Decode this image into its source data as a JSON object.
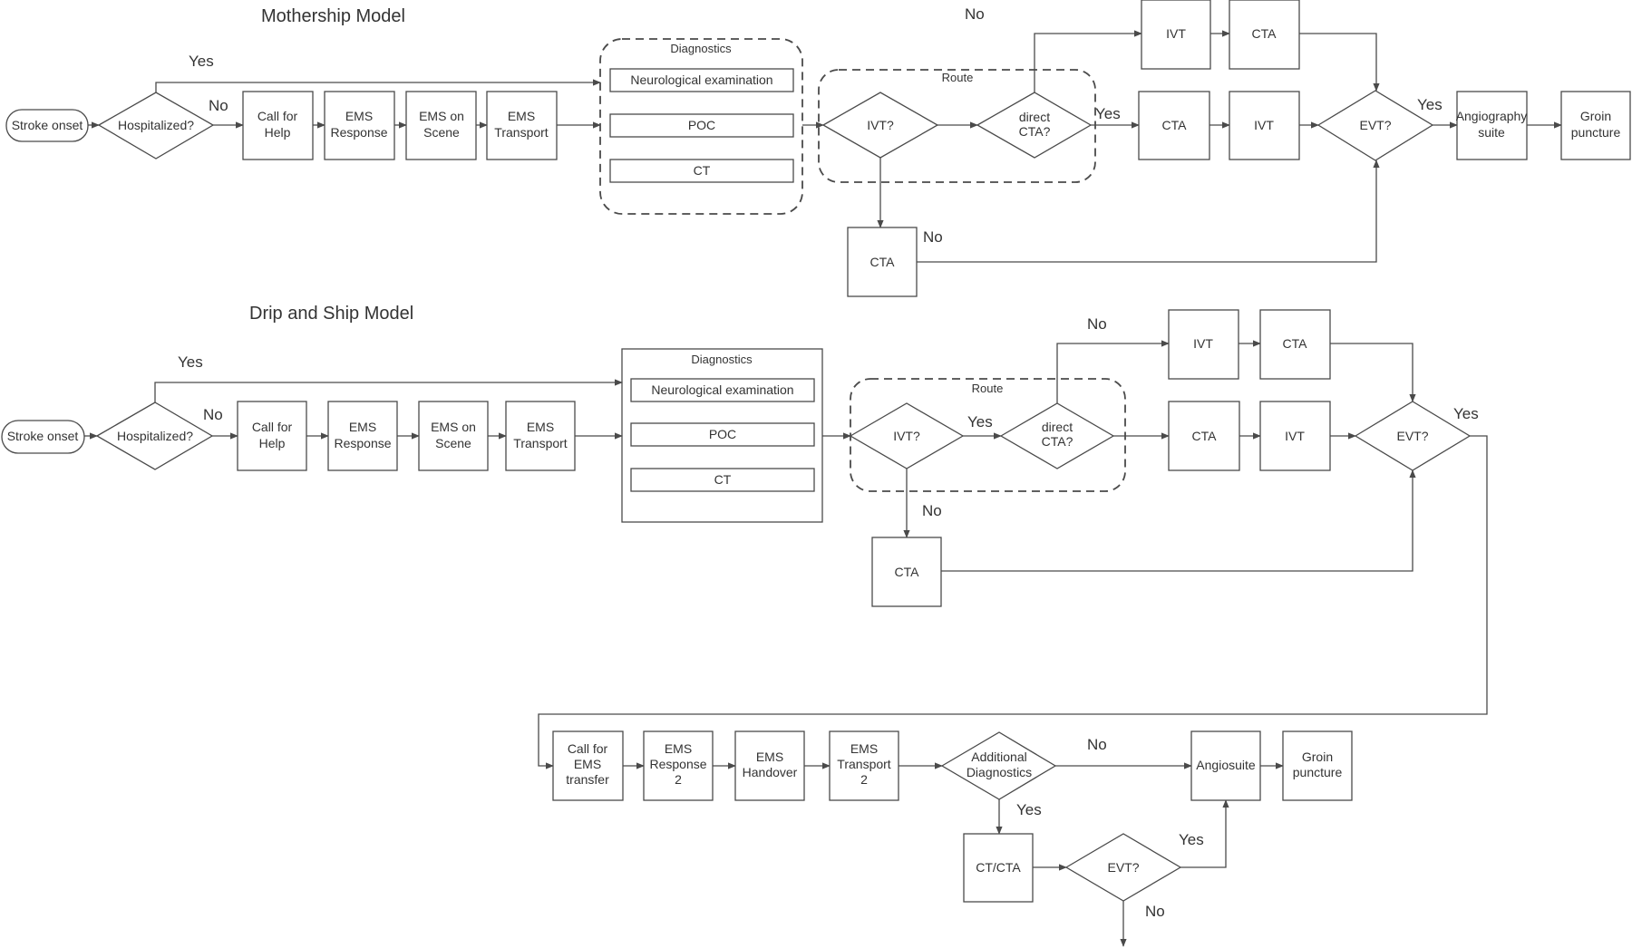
{
  "mothership": {
    "title": "Mothership Model",
    "stroke_onset": "Stroke onset",
    "hospitalized": "Hospitalized?",
    "call_help": [
      "Call for",
      "Help"
    ],
    "ems_response": [
      "EMS",
      "Response"
    ],
    "ems_scene": [
      "EMS on",
      "Scene"
    ],
    "ems_transport": [
      "EMS",
      "Transport"
    ],
    "diagnostics": "Diagnostics",
    "neuro": "Neurological examination",
    "poc": "POC",
    "ct": "CT",
    "route": "Route",
    "ivt_q": "IVT?",
    "direct_cta": [
      "direct",
      "CTA?"
    ],
    "ivt_top": "IVT",
    "cta_top": "CTA",
    "cta_mid": "CTA",
    "ivt_mid": "IVT",
    "evt_q": "EVT?",
    "angio": [
      "Angiography",
      "suite"
    ],
    "groin": [
      "Groin",
      "puncture"
    ],
    "cta_low": "CTA",
    "yes_top": "Yes",
    "no_hosp": "No",
    "no_top": "No",
    "yes_direct": "Yes",
    "yes_evt": "Yes",
    "no_ivt": "No"
  },
  "drip": {
    "title": "Drip and Ship Model",
    "stroke_onset": "Stroke onset",
    "hospitalized": "Hospitalized?",
    "call_help": [
      "Call for",
      "Help"
    ],
    "ems_response": [
      "EMS",
      "Response"
    ],
    "ems_scene": [
      "EMS on",
      "Scene"
    ],
    "ems_transport": [
      "EMS",
      "Transport"
    ],
    "diagnostics": "Diagnostics",
    "neuro": "Neurological examination",
    "poc": "POC",
    "ct": "CT",
    "route": "Route",
    "ivt_q": "IVT?",
    "direct_cta": [
      "direct",
      "CTA?"
    ],
    "ivt_top": "IVT",
    "cta_top": "CTA",
    "cta_mid": "CTA",
    "ivt_mid": "IVT",
    "evt_q": "EVT?",
    "cta_low": "CTA",
    "call_transfer": [
      "Call for",
      "EMS",
      "transfer"
    ],
    "ems_response2": [
      "EMS",
      "Response",
      "2"
    ],
    "ems_handover": [
      "EMS",
      "Handover"
    ],
    "ems_transport2": [
      "EMS",
      "Transport",
      "2"
    ],
    "additional": [
      "Additional",
      "Diagnostics"
    ],
    "angiosuite": "Angiosuite",
    "groin": [
      "Groin",
      "puncture"
    ],
    "ct_cta": "CT/CTA",
    "evt_q2": "EVT?",
    "yes_top": "Yes",
    "no_hosp": "No",
    "no_top": "No",
    "yes_ivt": "Yes",
    "no_ivt": "No",
    "yes_evt": "Yes",
    "no_add": "No",
    "yes_add": "Yes",
    "yes_evt2": "Yes",
    "no_evt2": "No"
  }
}
